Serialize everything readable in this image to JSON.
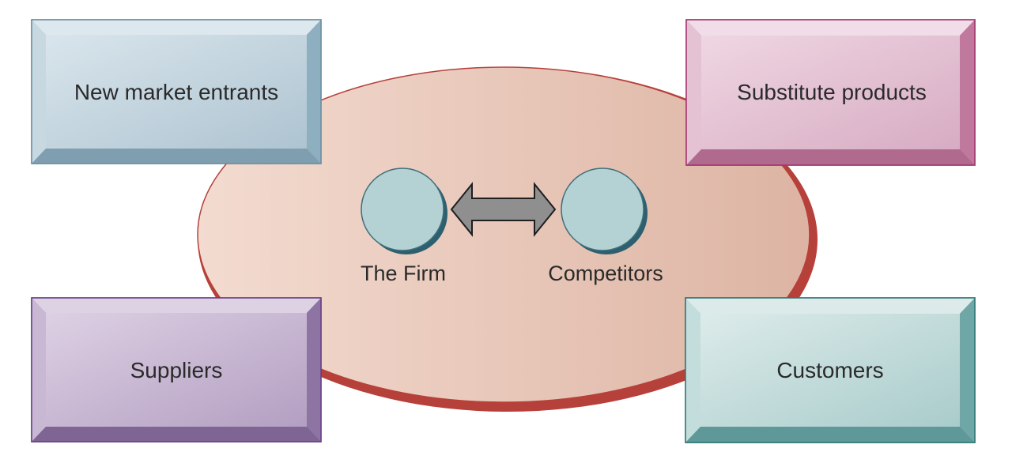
{
  "forces": {
    "new_entrants": "New market entrants",
    "substitutes": "Substitute products",
    "suppliers": "Suppliers",
    "customers": "Customers"
  },
  "center": {
    "firm": "The Firm",
    "competitors": "Competitors",
    "relation": "bidirectional-arrow"
  },
  "colors": {
    "ellipse_fill": "#e7c3b3",
    "ellipse_stroke": "#b6403a",
    "circle_fill": "#b4d1d4",
    "arrow_fill": "#8f8f8f",
    "new_entrants": "#b4ccd8",
    "substitutes": "#dcb3c8",
    "suppliers": "#bca7c9",
    "customers": "#b8d8d7"
  }
}
